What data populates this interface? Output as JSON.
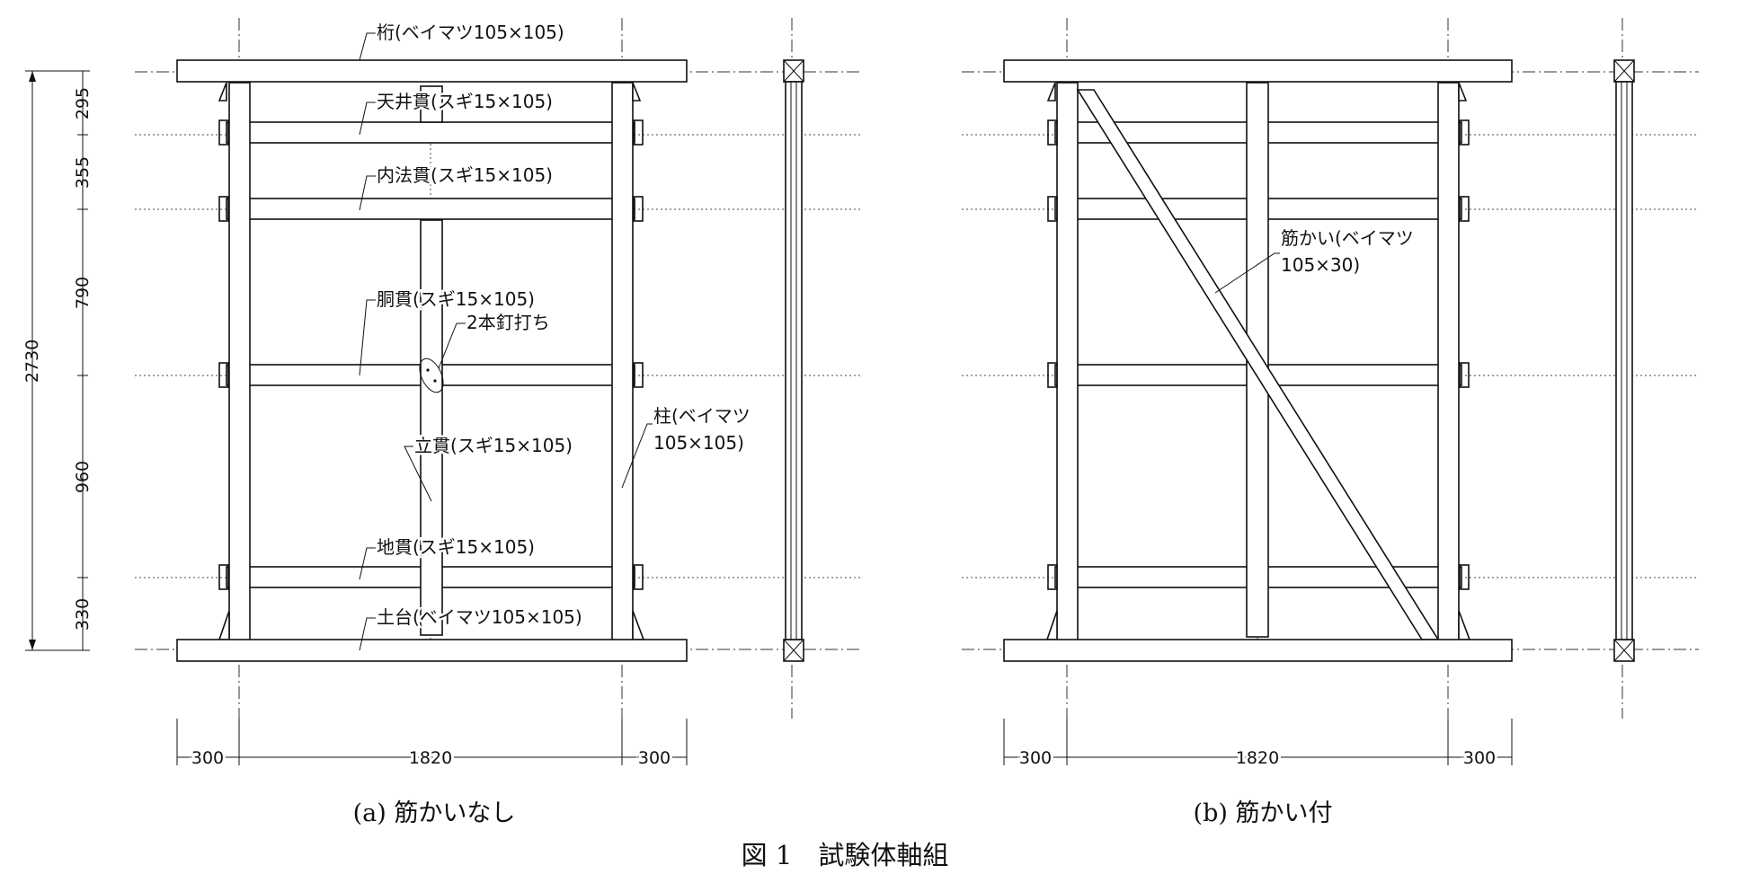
{
  "labels": {
    "keta": "桁(ベイマツ105×105)",
    "tenjo": "天井貫(スギ15×105)",
    "uchinori": "内法貫(スギ15×105)",
    "do": "胴貫(スギ15×105)",
    "kugi": "2本釘打ち",
    "tate": "立貫(スギ15×105)",
    "hashira_1": "柱(ベイマツ",
    "hashira_2": "105×105)",
    "ji": "地貫(スギ15×105)",
    "dodai": "土台(ベイマツ105×105)",
    "sujikai_1": "筋かい(ベイマツ",
    "sujikai_2": "105×30)"
  },
  "dimensions": {
    "vertical_total": "2730",
    "vertical": [
      "295",
      "355",
      "790",
      "960",
      "330"
    ],
    "horizontal": [
      "300",
      "1820",
      "300"
    ]
  },
  "captions": {
    "a": "(a) 筋かいなし",
    "b": "(b) 筋かい付",
    "figure": "図 1　試験体軸組"
  }
}
